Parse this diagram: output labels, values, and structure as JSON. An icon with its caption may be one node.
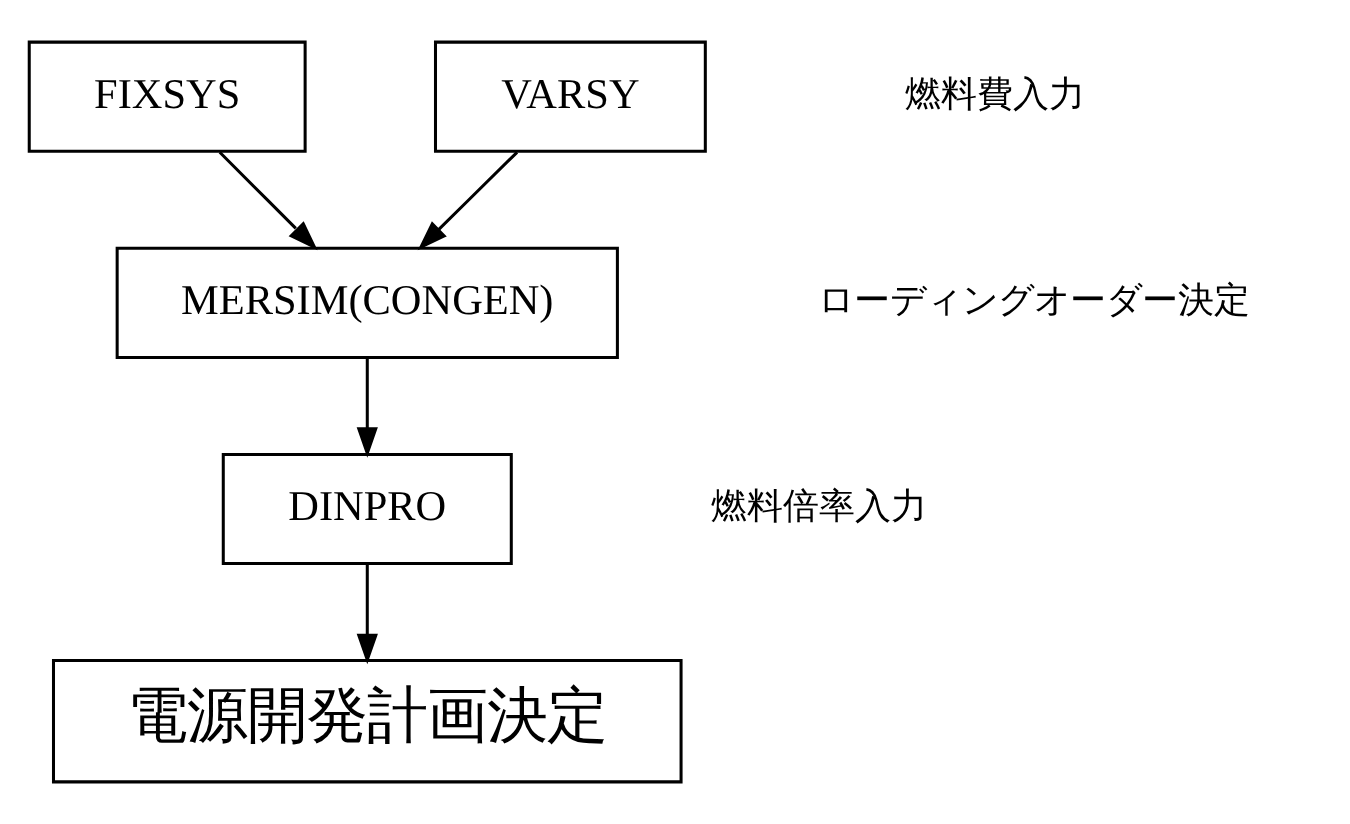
{
  "diagram": {
    "nodes": [
      {
        "text": [
          "FIXSYS"
        ]
      },
      {
        "text": [
          "VARSY"
        ]
      },
      {
        "text": [
          "MERSIM(CONGEN)"
        ]
      },
      {
        "text": [
          "DINPRO"
        ]
      },
      {
        "text": [
          "電源開発計画決定"
        ]
      }
    ],
    "edges": [
      {
        "from": 0,
        "to": 2,
        "arrow": "to"
      },
      {
        "from": 1,
        "to": 2,
        "arrow": "to"
      },
      {
        "from": 2,
        "to": 3,
        "arrow": "to"
      },
      {
        "from": 3,
        "to": 4,
        "arrow": "to"
      }
    ],
    "labels": [
      "燃料費入力",
      "ローディングオーダー決定",
      "燃料倍率入力"
    ]
  }
}
